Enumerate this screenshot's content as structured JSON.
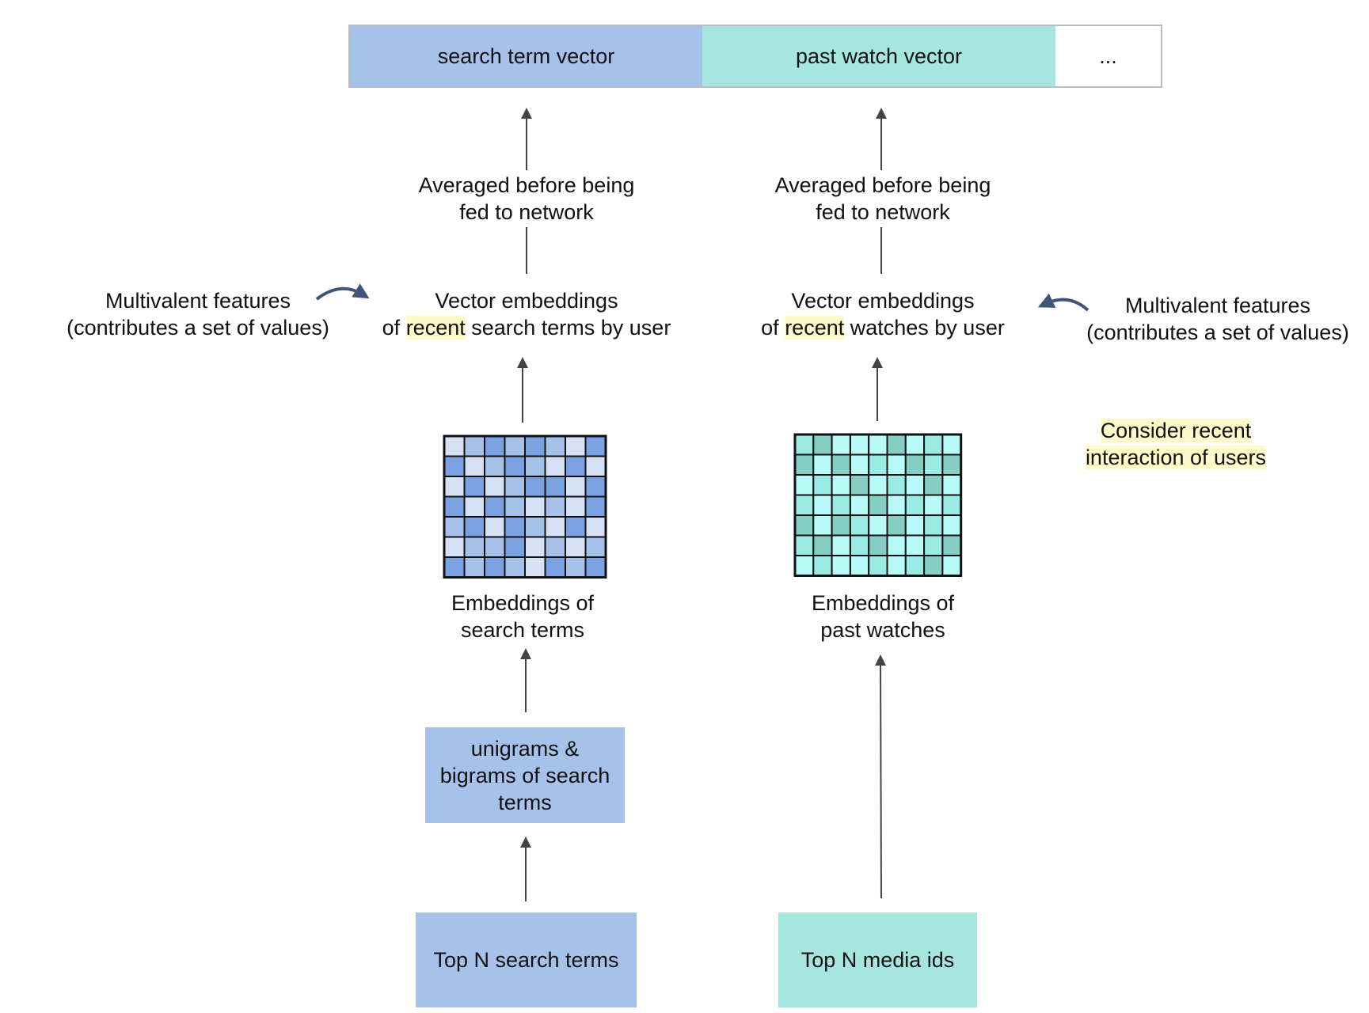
{
  "colors": {
    "blue_box": "#a7c2ea",
    "teal_box": "#a5e6df",
    "highlight": "#fdf9c8",
    "arrow": "#444444",
    "curved_arrow": "#3e5479",
    "blue_grid": [
      "#d6e1f6",
      "#a7c2ea",
      "#7aa2e2"
    ],
    "teal_grid": [
      "#b9fbf9",
      "#99ebe4",
      "#86cdc3"
    ]
  },
  "top_vector": {
    "search": "search term vector",
    "watch": "past watch vector",
    "more": "..."
  },
  "left": {
    "averaged_line1": "Averaged before being",
    "averaged_line2": "fed to network",
    "vector_line1": "Vector embeddings",
    "vector_pre": "of ",
    "vector_hl": "recent",
    "vector_post": " search terms by user",
    "embeddings_line1": "Embeddings of",
    "embeddings_line2": "search terms",
    "ngrams_line1": "unigrams &",
    "ngrams_line2": "bigrams of search",
    "ngrams_line3": "terms",
    "source": "Top N search terms",
    "multivalent_line1": "Multivalent features",
    "multivalent_line2": "(contributes a set of values)"
  },
  "right": {
    "averaged_line1": "Averaged before being",
    "averaged_line2": "fed to network",
    "vector_line1": "Vector embeddings",
    "vector_pre": "of ",
    "vector_hl": "recent",
    "vector_post": " watches by user",
    "embeddings_line1": "Embeddings of",
    "embeddings_line2": "past watches",
    "source": "Top N media ids",
    "multivalent_line1": "Multivalent features",
    "multivalent_line2": "(contributes a set of values)"
  },
  "note": {
    "line1": "Consider recent",
    "line2": "interaction of users"
  },
  "blue_matrix": [
    [
      0,
      1,
      2,
      1,
      2,
      1,
      0,
      2
    ],
    [
      2,
      0,
      1,
      2,
      1,
      0,
      2,
      0
    ],
    [
      0,
      2,
      0,
      1,
      2,
      2,
      0,
      2
    ],
    [
      2,
      0,
      2,
      1,
      0,
      1,
      0,
      2
    ],
    [
      1,
      2,
      0,
      2,
      1,
      0,
      2,
      0
    ],
    [
      0,
      1,
      1,
      2,
      0,
      1,
      0,
      1
    ],
    [
      2,
      1,
      2,
      1,
      0,
      2,
      1,
      2
    ]
  ],
  "teal_matrix": [
    [
      1,
      2,
      0,
      0,
      0,
      2,
      0,
      1,
      0
    ],
    [
      2,
      0,
      2,
      0,
      1,
      0,
      2,
      1,
      2
    ],
    [
      0,
      1,
      0,
      2,
      0,
      1,
      0,
      2,
      0
    ],
    [
      1,
      0,
      1,
      0,
      2,
      0,
      1,
      0,
      1
    ],
    [
      2,
      0,
      2,
      1,
      0,
      2,
      0,
      1,
      0
    ],
    [
      1,
      2,
      0,
      1,
      2,
      0,
      0,
      1,
      2
    ],
    [
      0,
      1,
      0,
      0,
      1,
      0,
      1,
      2,
      0
    ]
  ]
}
